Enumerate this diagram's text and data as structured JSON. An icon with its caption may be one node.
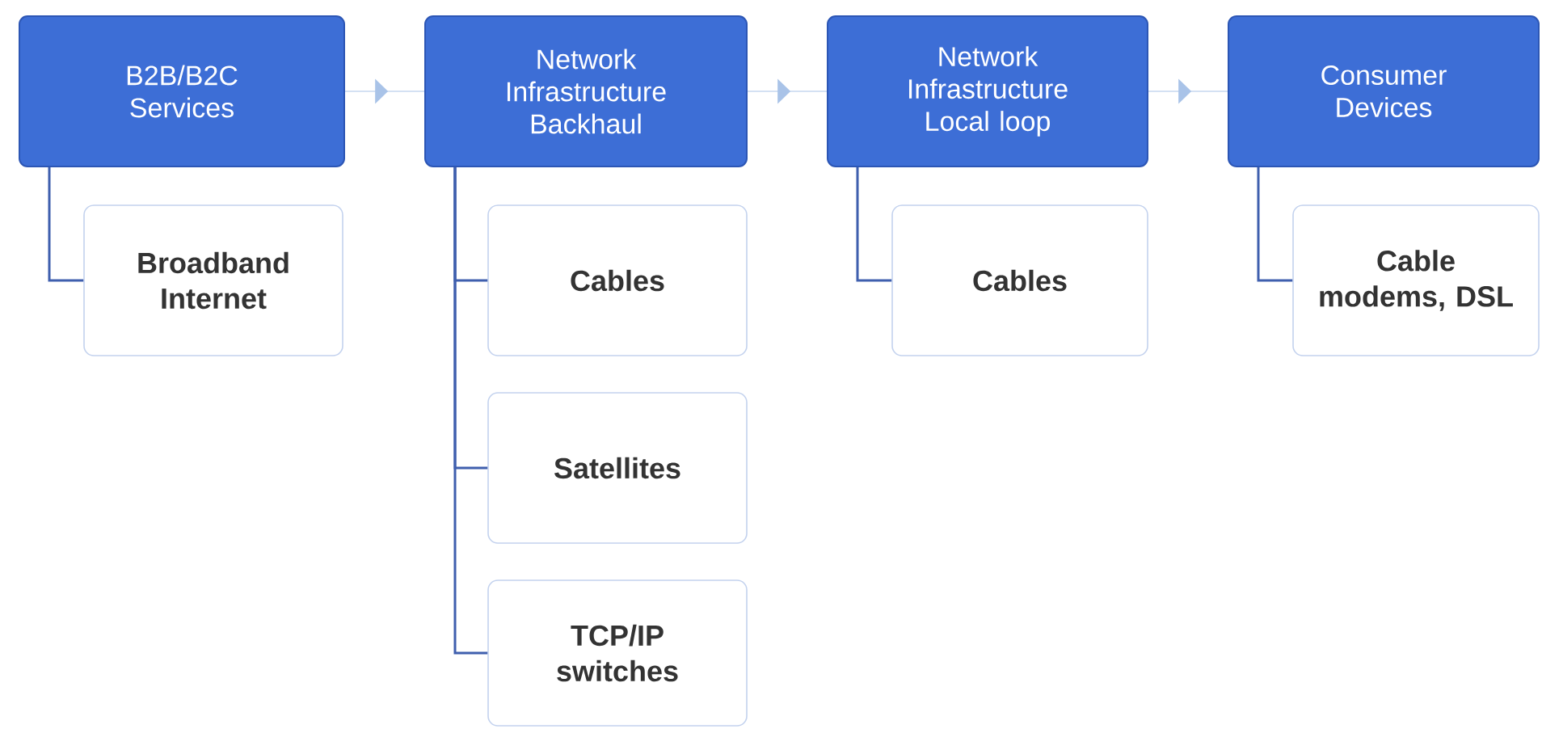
{
  "diagram": {
    "nodes": [
      {
        "text": [
          "B2B/B2C Services"
        ]
      },
      {
        "text": [
          "Network Infrastructure Backhaul"
        ]
      },
      {
        "text": [
          "Network Infrastructure Local loop"
        ]
      },
      {
        "text": [
          "Consumer Devices"
        ]
      },
      {
        "text": [
          "Broadband Internet"
        ]
      },
      {
        "text": [
          "Cables"
        ]
      },
      {
        "text": [
          "Satellites"
        ]
      },
      {
        "text": [
          "TCP/IP switches"
        ]
      },
      {
        "text": [
          "Cables"
        ]
      },
      {
        "text": [
          "Cable modems, DSL"
        ]
      }
    ],
    "edges": [
      {
        "from": 0,
        "to": 1,
        "arrow": "to",
        "color": "#a9c3e8"
      },
      {
        "from": 1,
        "to": 2,
        "arrow": "to",
        "color": "#a9c3e8"
      },
      {
        "from": 2,
        "to": 3,
        "arrow": "to",
        "color": "#a9c3e8"
      },
      {
        "from": 0,
        "to": 4,
        "arrow": "none"
      },
      {
        "from": 1,
        "to": 5,
        "arrow": "none"
      },
      {
        "from": 1,
        "to": 6,
        "arrow": "none"
      },
      {
        "from": 1,
        "to": 7,
        "arrow": "none"
      },
      {
        "from": 2,
        "to": 8,
        "arrow": "none"
      },
      {
        "from": 3,
        "to": 9,
        "arrow": "none"
      }
    ]
  }
}
